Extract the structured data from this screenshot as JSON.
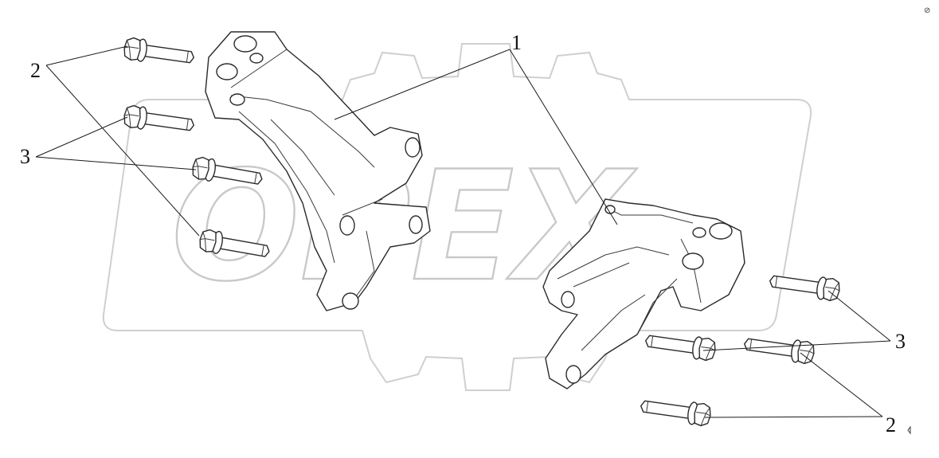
{
  "watermark": {
    "text": "OPEX"
  },
  "callouts": {
    "c1": "1",
    "c2_left": "2",
    "c3_left": "3",
    "c3_right": "3",
    "c2_right": "2"
  },
  "corner_mark": "⊘"
}
